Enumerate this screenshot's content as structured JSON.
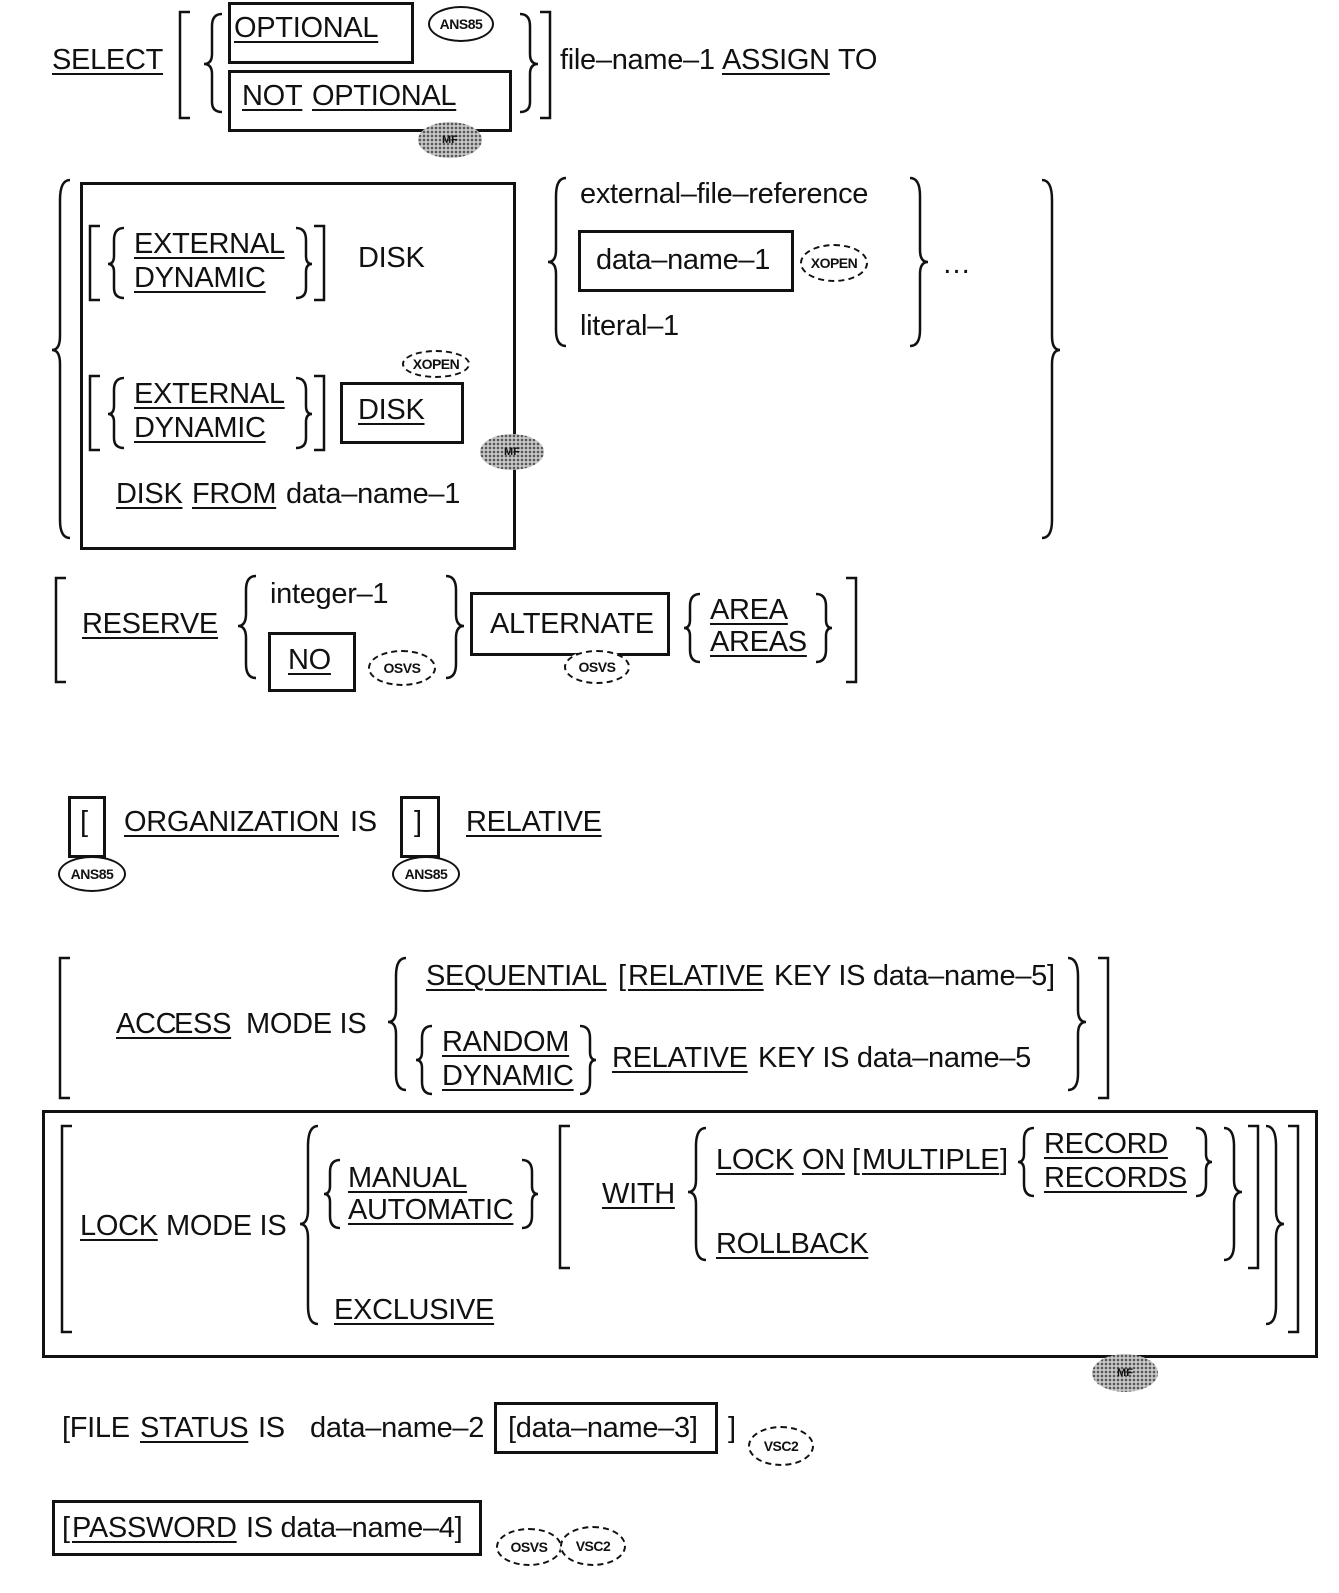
{
  "select": {
    "keyword": "SELECT",
    "optional": "OPTIONAL",
    "not_optional_not": "NOT",
    "not_optional_optional": "OPTIONAL",
    "file_name": "file–name–1",
    "assign": "ASSIGN",
    "to": "TO"
  },
  "assign_clause": {
    "external": "EXTERNAL",
    "dynamic": "DYNAMIC",
    "disk": "DISK",
    "disk_from": "DISK",
    "from": "FROM",
    "from_name": "data–name–1",
    "ext_ref": "external–file–reference",
    "data_name_1": "data–name–1",
    "literal_1": "literal–1",
    "ellipsis": "…"
  },
  "reserve": {
    "keyword": "RESERVE",
    "integer": "integer–1",
    "no": "NO",
    "alternate": "ALTERNATE",
    "area": "AREA",
    "areas": "AREAS"
  },
  "organization": {
    "open_bracket": "[",
    "organization": "ORGANIZATION",
    "is": "IS",
    "close_bracket": "]",
    "relative": "RELATIVE"
  },
  "access": {
    "acc": "ACC",
    "ess": "ESS",
    "mode_is": "MODE IS",
    "sequential": "SEQUENTIAL",
    "seq_open": "[",
    "seq_relative": "RELATIVE",
    "seq_key": "KEY IS data–name–5]",
    "random": "RANDOM",
    "dynamic": "DYNAMIC",
    "relative": "RELATIVE",
    "key": "KEY IS data–name–5"
  },
  "lock": {
    "lock": "LOCK",
    "mode_is": "MODE IS",
    "manual": "MANUAL",
    "automatic": "AUTOMATIC",
    "with": "WITH",
    "lock_on_lock": "LOCK",
    "on": "ON",
    "multiple_open": "[",
    "multiple": "MULTIPLE",
    "multiple_close": "]",
    "record": "RECORD",
    "records": "RECORDS",
    "rollback": "ROLLBACK",
    "exclusive": "EXCLUSIVE"
  },
  "file_status": {
    "prefix": "[FILE",
    "status": "STATUS",
    "is": "IS",
    "data_name_2": "data–name–2",
    "data_name_3": "[data–name–3]",
    "close": "]"
  },
  "password": {
    "open": "[",
    "password": "PASSWORD",
    "rest": "IS data–name–4]"
  },
  "badges": {
    "ans85": "ANS85",
    "xopen": "XOPEN",
    "osvs": "OSVS",
    "vsc2": "VSC2",
    "mf": "MF"
  }
}
